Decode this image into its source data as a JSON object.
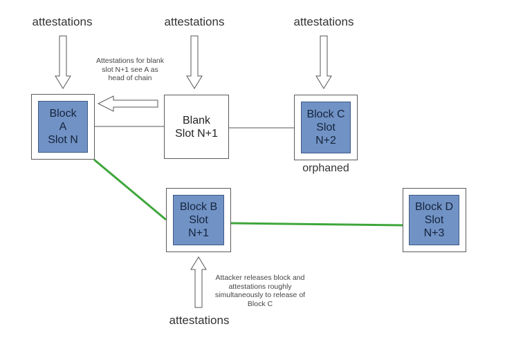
{
  "attestation_label": "attestations",
  "blocks": {
    "block_a": {
      "lines": [
        "Block",
        "A",
        "Slot N"
      ]
    },
    "blank": {
      "lines": [
        "Blank",
        "Slot N+1"
      ]
    },
    "block_c": {
      "lines": [
        "Block C",
        "Slot",
        "N+2"
      ]
    },
    "block_b": {
      "lines": [
        "Block B",
        "Slot",
        "N+1"
      ]
    },
    "block_d": {
      "lines": [
        "Block D",
        "Slot",
        "N+3"
      ]
    }
  },
  "orphaned_label": "orphaned",
  "notes": {
    "blank_slot": "Attestations for blank slot N+1 see A as head of chain",
    "attacker": "Attacker releases block and attestations roughly simultaneously to release of Block C"
  },
  "colors": {
    "block_fill": "#7192c4",
    "attacker_chain": "#3ea63a",
    "canonical_chain": "#777777"
  }
}
